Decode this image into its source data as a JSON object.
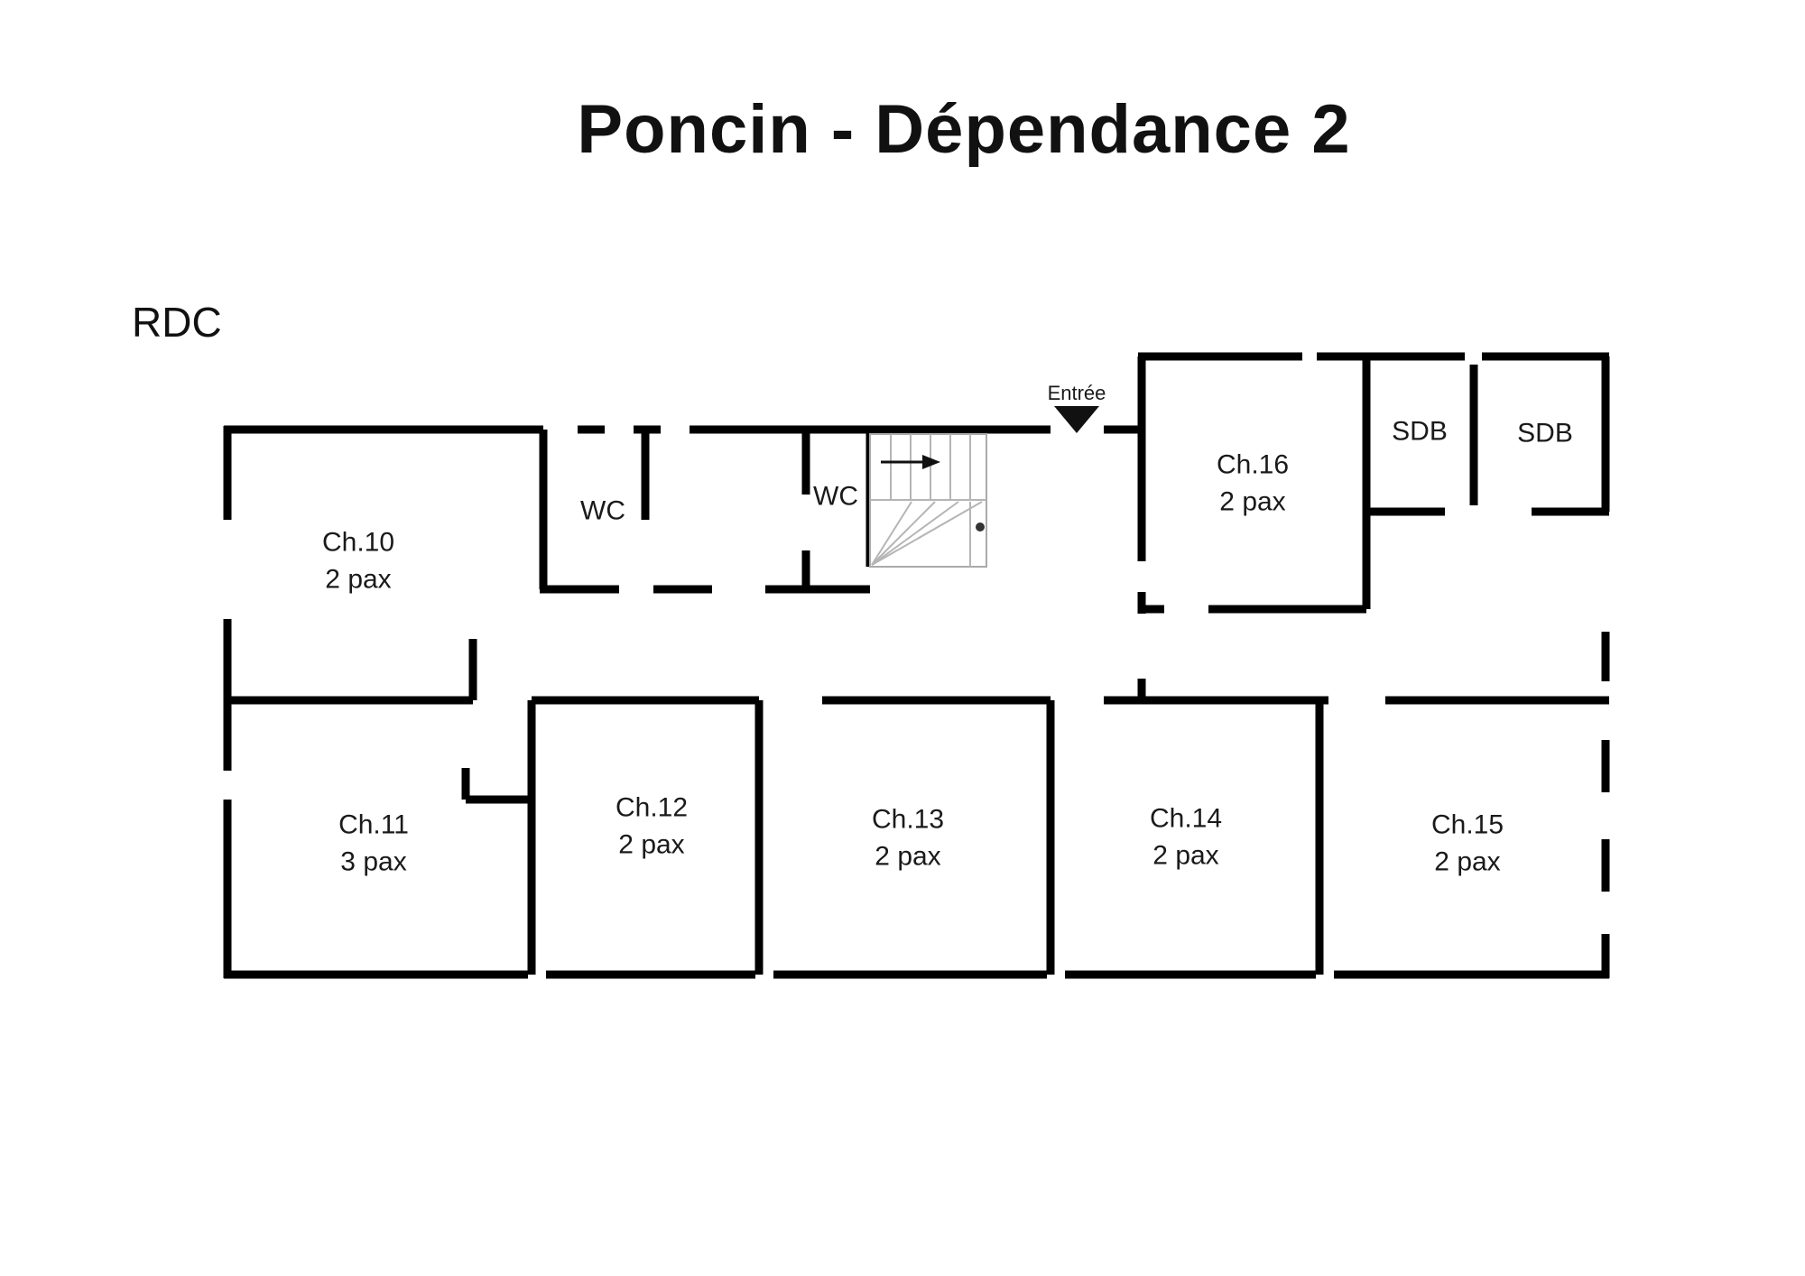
{
  "title": "Poncin - Dépendance 2",
  "floor": {
    "label": "RDC"
  },
  "entrance": {
    "label": "Entrée"
  },
  "rooms": {
    "ch10": {
      "name": "Ch.10",
      "capacity": "2 pax"
    },
    "ch11": {
      "name": "Ch.11",
      "capacity": "3 pax"
    },
    "ch12": {
      "name": "Ch.12",
      "capacity": "2 pax"
    },
    "ch13": {
      "name": "Ch.13",
      "capacity": "2 pax"
    },
    "ch14": {
      "name": "Ch.14",
      "capacity": "2 pax"
    },
    "ch15": {
      "name": "Ch.15",
      "capacity": "2 pax"
    },
    "ch16": {
      "name": "Ch.16",
      "capacity": "2 pax"
    },
    "wc1": {
      "name": "WC"
    },
    "wc2": {
      "name": "WC"
    },
    "sdb1": {
      "name": "SDB"
    },
    "sdb2": {
      "name": "SDB"
    }
  },
  "colors": {
    "wall": "#000000",
    "text": "#1a1a1a",
    "stair_lines": "#9a9a9a"
  }
}
